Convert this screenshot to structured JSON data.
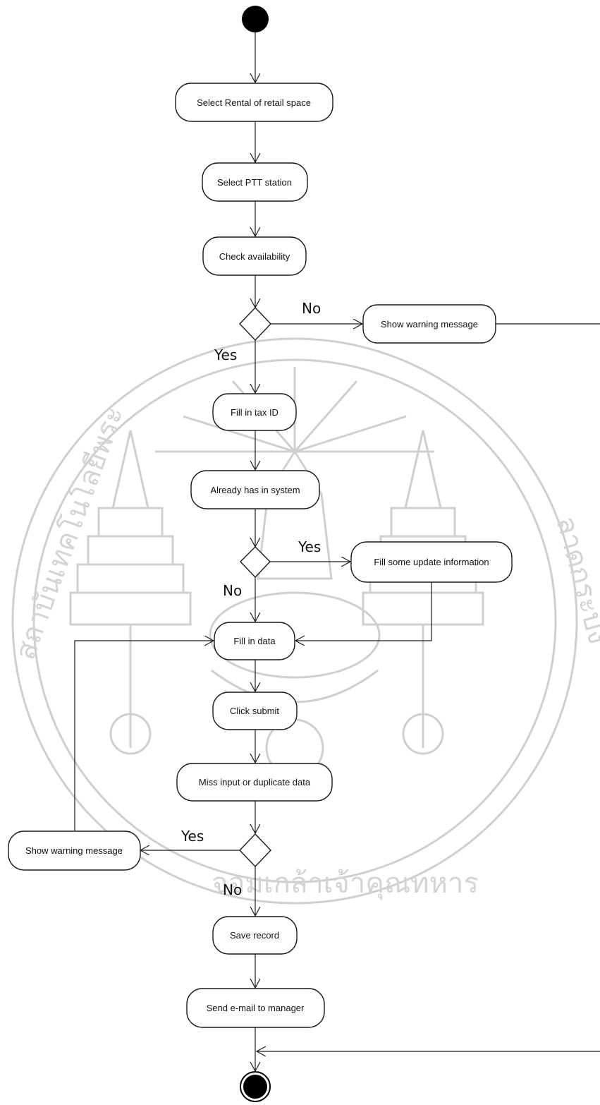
{
  "activities": {
    "select_rental": "Select Rental of retail space",
    "select_ptt": "Select PTT station",
    "check_availability": "Check availability",
    "show_warning_1": "Show warning message",
    "fill_tax_id": "Fill in tax ID",
    "already_in_system": "Already has in system",
    "fill_update": "Fill some update information",
    "fill_data": "Fill in data",
    "click_submit": "Click submit",
    "miss_input": "Miss input or duplicate data",
    "show_warning_2": "Show warning message",
    "save_record": "Save record",
    "send_email": "Send e-mail to manager"
  },
  "guards": {
    "d1_no": "No",
    "d1_yes": "Yes",
    "d2_yes": "Yes",
    "d2_no": "No",
    "d3_yes": "Yes",
    "d3_no": "No"
  },
  "watermark": {
    "text_bottom": "จอมเกล้าเจ้าคุณทหาร",
    "text_left": "สถาบันเทคโนโลยีพระ",
    "text_right": "ลาดกระบัง"
  }
}
